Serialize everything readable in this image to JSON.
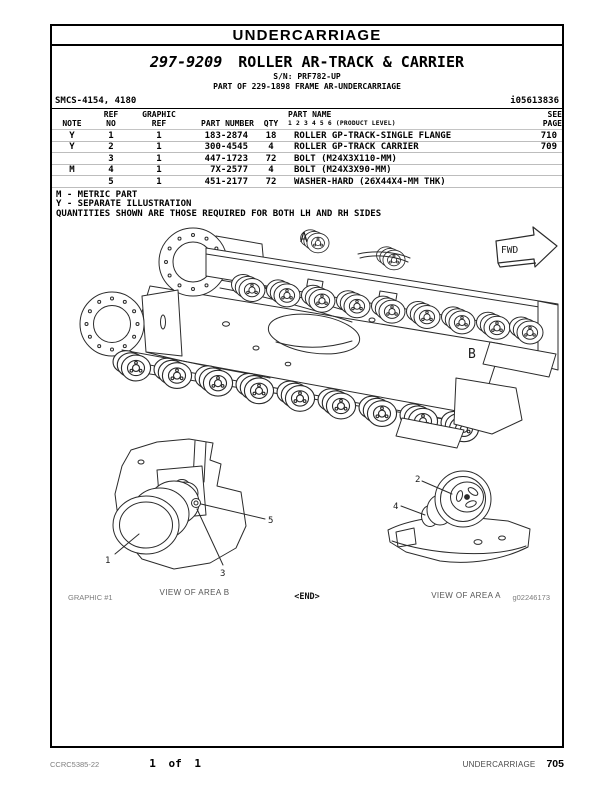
{
  "header": {
    "section": "UNDERCARRIAGE"
  },
  "title_block": {
    "part_number": "297-9209",
    "name": "ROLLER AR-TRACK & CARRIER",
    "serial": "S/N: PRF782-UP",
    "part_of": "PART OF 229-1898 FRAME AR-UNDERCARRIAGE"
  },
  "meta": {
    "smcs": "SMCS-4154, 4180",
    "doc_id": "i05613836"
  },
  "parts_table": {
    "headers": {
      "note": "NOTE",
      "ref_no_line1": "REF",
      "ref_no_line2": "NO",
      "graphic_ref_line1": "GRAPHIC",
      "graphic_ref_line2": "REF",
      "part_number": "PART NUMBER",
      "qty": "QTY",
      "part_name": "PART NAME",
      "product_level": "1  2  3  4  5  6  (PRODUCT LEVEL)",
      "see_line1": "SEE",
      "see_line2": "PAGE"
    },
    "rows": [
      {
        "note": "Y",
        "ref_no": "1",
        "graphic_ref": "1",
        "part_number": "183-2874",
        "qty": "18",
        "part_name": "ROLLER GP-TRACK-SINGLE FLANGE",
        "see_page": "710"
      },
      {
        "note": "Y",
        "ref_no": "2",
        "graphic_ref": "1",
        "part_number": "300-4545",
        "qty": "4",
        "part_name": "ROLLER GP-TRACK CARRIER",
        "see_page": "709"
      },
      {
        "note": "",
        "ref_no": "3",
        "graphic_ref": "1",
        "part_number": "447-1723",
        "qty": "72",
        "part_name": "BOLT (M24X3X110-MM)",
        "see_page": ""
      },
      {
        "note": "M",
        "ref_no": "4",
        "graphic_ref": "1",
        "part_number": "7X-2577",
        "qty": "4",
        "part_name": "BOLT (M24X3X90-MM)",
        "see_page": ""
      },
      {
        "note": "",
        "ref_no": "5",
        "graphic_ref": "1",
        "part_number": "451-2177",
        "qty": "72",
        "part_name": "WASHER-HARD (26X44X4-MM THK)",
        "see_page": ""
      }
    ],
    "notes": [
      "M - METRIC PART",
      "Y - SEPARATE ILLUSTRATION",
      "QUANTITIES SHOWN ARE THOSE REQUIRED FOR BOTH LH AND RH SIDES"
    ]
  },
  "graphic": {
    "area_label_a": "A",
    "area_label_b": "B",
    "fwd_label": "FWD",
    "view_b": {
      "caption": "VIEW OF AREA B",
      "callout_1": "1",
      "callout_3": "3",
      "callout_5": "5"
    },
    "view_a": {
      "caption": "VIEW OF AREA A",
      "callout_2": "2",
      "callout_4": "4"
    },
    "graphic_label": "GRAPHIC #1",
    "end_marker": "<END>",
    "graphic_id": "g02246173"
  },
  "footer": {
    "media_number": "CCRC5385-22",
    "page_of": "1 of 1",
    "section": "UNDERCARRIAGE",
    "page": "705"
  }
}
